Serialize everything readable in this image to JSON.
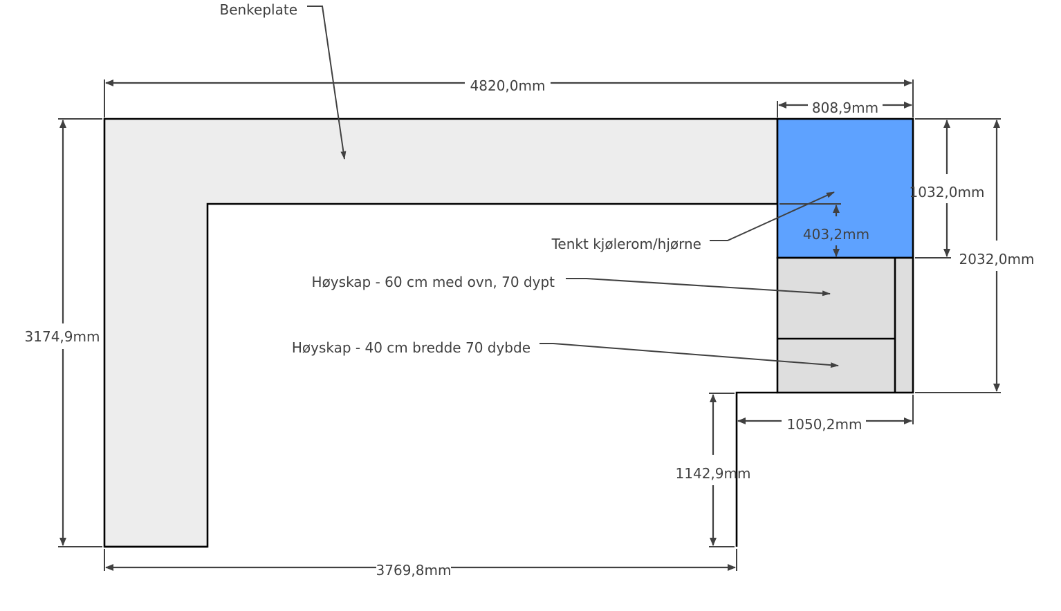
{
  "colors": {
    "countertop_fill": "#ededed",
    "cabinet_fill": "#dedede",
    "cold_room_fill": "#5ea2ff",
    "outline": "#000000",
    "annotation": "#404040",
    "background": "#ffffff"
  },
  "labels": {
    "countertop": "Benkeplate",
    "cold_room": "Tenkt kjølerom/hjørne",
    "tall_cabinet_60": "Høyskap - 60 cm med ovn, 70 dypt",
    "tall_cabinet_40": "Høyskap - 40 cm bredde 70 dybde"
  },
  "dimensions": {
    "total_width": "4820,0mm",
    "cold_room_width": "808,9mm",
    "cold_room_depth": "1032,0mm",
    "right_total_depth": "2032,0mm",
    "cold_room_offset": "403,2mm",
    "left_total_depth": "3174,9mm",
    "step_width": "1050,2mm",
    "step_depth": "1142,9mm",
    "bottom_width": "3769,8mm"
  }
}
